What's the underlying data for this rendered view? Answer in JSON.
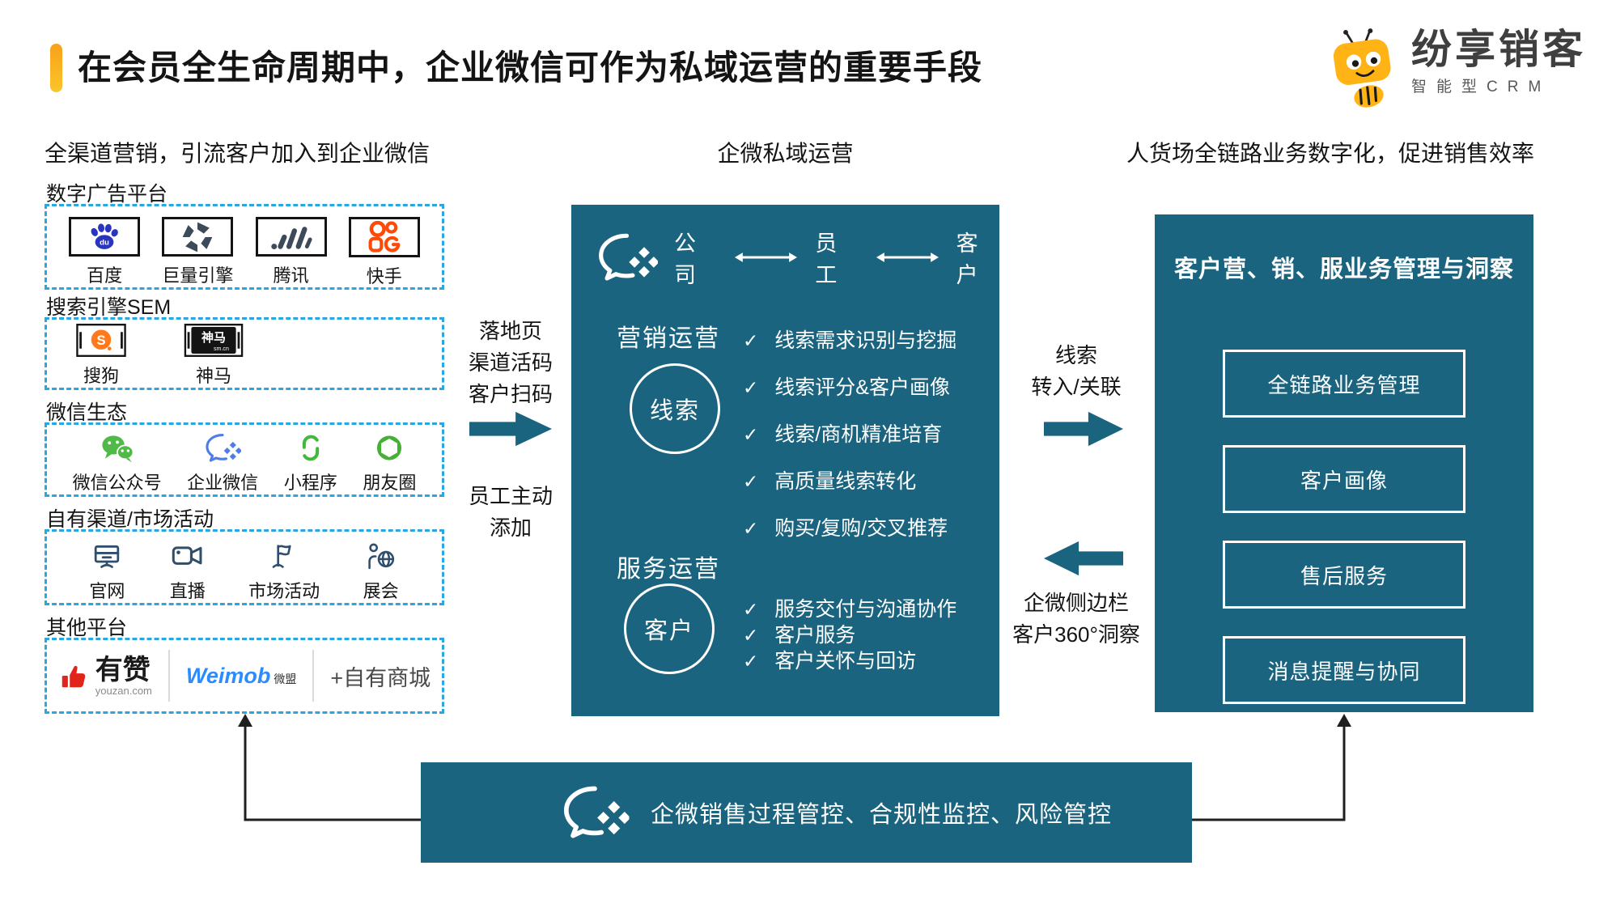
{
  "header": {
    "title": "在会员全生命周期中，企业微信可作为私域运营的重要手段",
    "logo_name": "纷享销客",
    "logo_sub": "智能型CRM"
  },
  "left": {
    "title": "全渠道营销，引流客户加入到企业微信",
    "sections": [
      {
        "label": "数字广告平台",
        "items": [
          {
            "label": "百度"
          },
          {
            "label": "巨量引擎"
          },
          {
            "label": "腾讯"
          },
          {
            "label": "快手"
          }
        ]
      },
      {
        "label": "搜索引擎SEM",
        "items": [
          {
            "label": "搜狗"
          },
          {
            "label": "神马"
          }
        ]
      },
      {
        "label": "微信生态",
        "items": [
          {
            "label": "微信公众号"
          },
          {
            "label": "企业微信"
          },
          {
            "label": "小程序"
          },
          {
            "label": "朋友圈"
          }
        ]
      },
      {
        "label": "自有渠道/市场活动",
        "items": [
          {
            "label": "官网"
          },
          {
            "label": "直播"
          },
          {
            "label": "市场活动"
          },
          {
            "label": "展会"
          }
        ]
      },
      {
        "label": "其他平台",
        "youzan": "有赞",
        "youzan_sub": "youzan.com",
        "weimob": "Weimob",
        "weimob_sub": "微盟",
        "own_mall": "+自有商城"
      }
    ]
  },
  "middle": {
    "title": "企微私域运营",
    "chain": {
      "company": "公司",
      "employee": "员工",
      "customer": "客户"
    },
    "marketing": {
      "heading": "营销运营",
      "circle": "线索",
      "items": [
        "线索需求识别与挖掘",
        "线索评分&客户画像",
        "线索/商机精准培育",
        "高质量线索转化",
        "购买/复购/交叉推荐"
      ]
    },
    "service": {
      "heading": "服务运营",
      "circle": "客户",
      "items": [
        "服务交付与沟通协作",
        "客户服务",
        "客户关怀与回访"
      ]
    }
  },
  "right": {
    "title": "人货场全链路业务数字化，促进销售效率",
    "box_title": "客户营、销、服业务管理与洞察",
    "items": [
      "全链路业务管理",
      "客户画像",
      "售后服务",
      "消息提醒与协同"
    ]
  },
  "flows": {
    "landing": "落地页\n渠道活码\n客户扫码",
    "staff_add": "员工主动\n添加",
    "lead_transfer": "线索\n转入/关联",
    "sidebar_insight": "企微侧边栏\n客户360°洞察"
  },
  "bottom": {
    "text": "企微销售过程管控、合规性监控、风险管控"
  },
  "brands": {
    "baidu_du": "du",
    "sogou_s": "S",
    "shenma": "神马",
    "shenma_sub": "sm.cn"
  },
  "glyphs": {
    "check": "✓"
  },
  "colors": {
    "teal": "#1A6480",
    "dashed_border": "#2AA7E0",
    "accent_orange": "#F7A61B",
    "kuaishou_red": "#FF4906",
    "wechat_green": "#51B948",
    "wework_blue": "#4E7CEB"
  }
}
